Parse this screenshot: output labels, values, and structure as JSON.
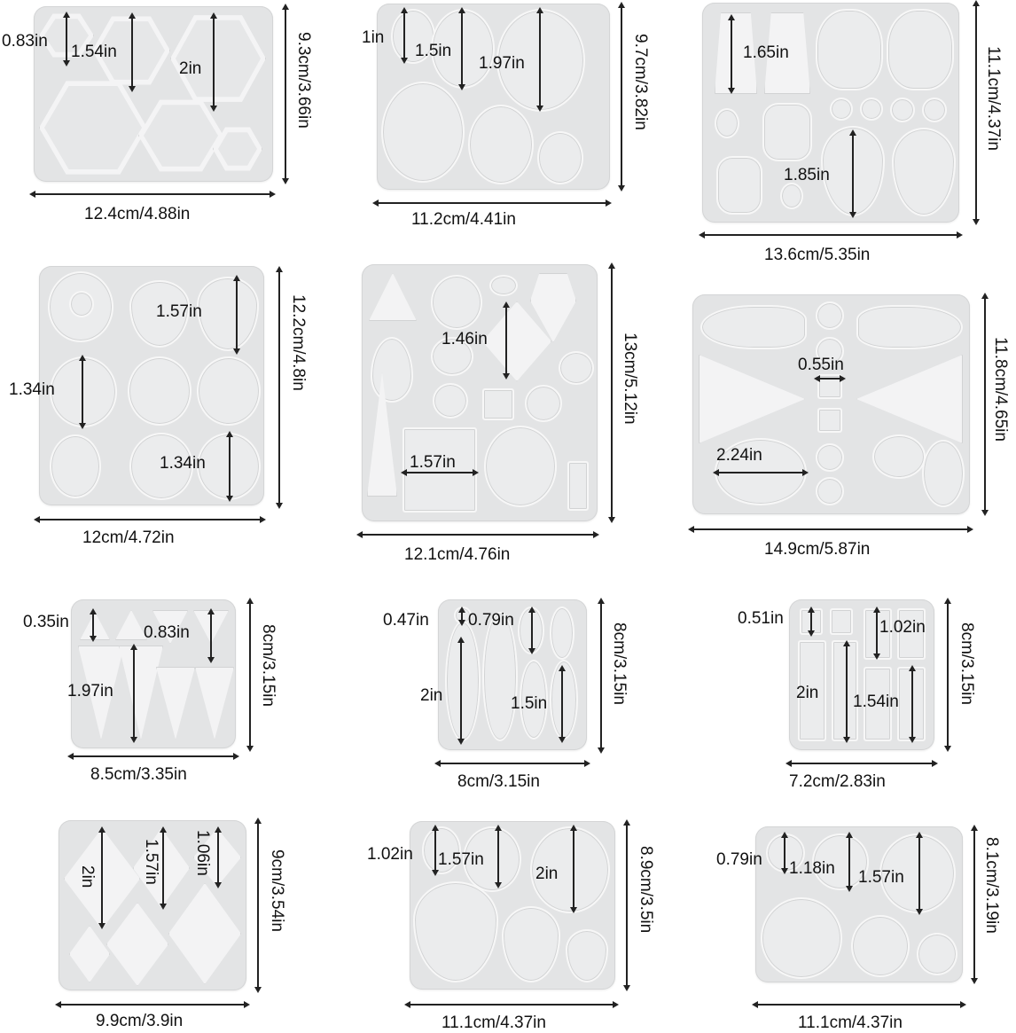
{
  "molds": [
    {
      "name": "hexagon-mold",
      "width": "12.4cm/4.88in",
      "height": "9.3cm/3.66in",
      "measures": [
        "0.83in",
        "1.54in",
        "2in"
      ]
    },
    {
      "name": "oval-mold",
      "width": "11.2cm/4.41in",
      "height": "9.7cm/3.82in",
      "measures": [
        "1in",
        "1.5in",
        "1.97in"
      ]
    },
    {
      "name": "leaf-mold",
      "width": "13.6cm/5.35in",
      "height": "11.1cm/4.37in",
      "measures": [
        "1.65in",
        "1.85in"
      ]
    },
    {
      "name": "circle-drop-mold",
      "width": "12cm/4.72in",
      "height": "12.2cm/4.8in",
      "measures": [
        "1.57in",
        "1.34in",
        "1.34in"
      ]
    },
    {
      "name": "mixed-shape-mold",
      "width": "12.1cm/4.76in",
      "height": "13cm/5.12in",
      "measures": [
        "1.46in",
        "1.57in"
      ]
    },
    {
      "name": "chevron-mold",
      "width": "14.9cm/5.87in",
      "height": "11.8cm/4.65in",
      "measures": [
        "0.55in",
        "2.24in"
      ]
    },
    {
      "name": "triangle-mold",
      "width": "8.5cm/3.35in",
      "height": "8cm/3.15in",
      "measures": [
        "0.35in",
        "0.83in",
        "1.97in"
      ]
    },
    {
      "name": "ellipse-mold",
      "width": "8cm/3.15in",
      "height": "8cm/3.15in",
      "measures": [
        "0.47in",
        "0.79in",
        "2in",
        "1.5in"
      ]
    },
    {
      "name": "bar-mold",
      "width": "7.2cm/2.83in",
      "height": "8cm/3.15in",
      "measures": [
        "0.51in",
        "1.02in",
        "2in",
        "1.54in"
      ]
    },
    {
      "name": "diamond-mold",
      "width": "9.9cm/3.9in",
      "height": "9cm/3.54in",
      "measures": [
        "2in",
        "1.57in",
        "1.06in"
      ]
    },
    {
      "name": "teardrop-mold",
      "width": "11.1cm/4.37in",
      "height": "8.9cm/3.5in",
      "measures": [
        "1.02in",
        "1.57in",
        "2in"
      ]
    },
    {
      "name": "round-mold",
      "width": "11.1cm/4.37in",
      "height": "8.1cm/3.19in",
      "measures": [
        "0.79in",
        "1.18in",
        "1.57in"
      ]
    }
  ]
}
